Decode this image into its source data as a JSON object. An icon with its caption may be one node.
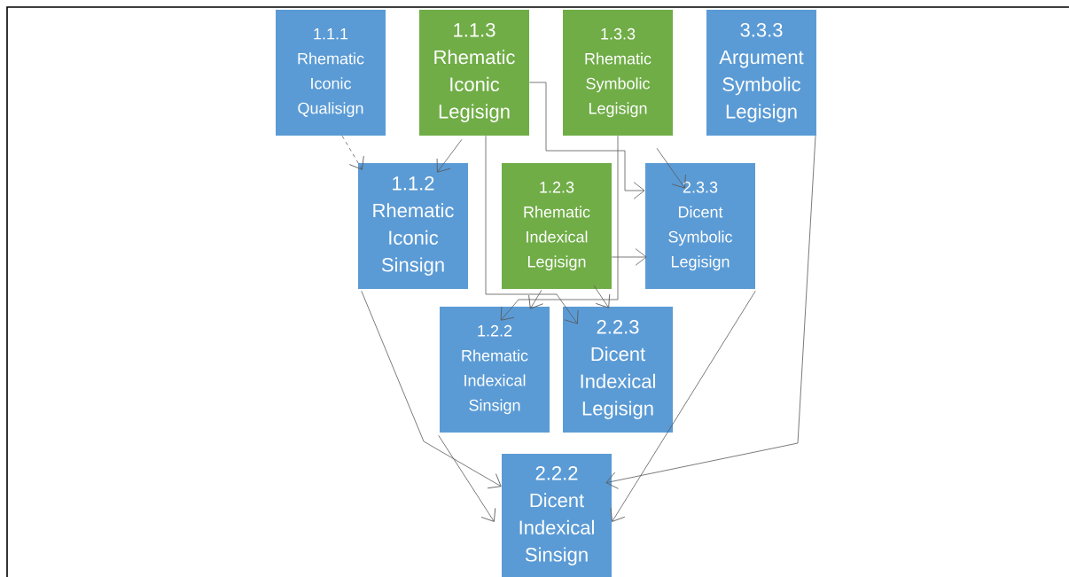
{
  "diagram": {
    "nodes": [
      {
        "text": [
          "1.1.1",
          "Rhematic Iconic Qualisign"
        ]
      },
      {
        "text": [
          "1.1.3",
          "Rhematic Iconic Legisign"
        ]
      },
      {
        "text": [
          "1.3.3",
          "Rhematic Symbolic Legisign"
        ]
      },
      {
        "text": [
          "3.3.3",
          "Argument Symbolic Legisign"
        ]
      },
      {
        "text": [
          "1.1.2",
          "Rhematic Iconic Sinsign"
        ]
      },
      {
        "text": [
          "1.2.3",
          "Rhematic Indexical Legisign"
        ]
      },
      {
        "text": [
          "2.3.3",
          "Dicent Symbolic Legisign"
        ]
      },
      {
        "text": [
          "1.2.2",
          "Rhematic Indexical Sinsign"
        ]
      },
      {
        "text": [
          "2.2.3",
          "Dicent Indexical Legisign"
        ]
      },
      {
        "text": [
          "2.2.2",
          "Dicent Indexical Sinsign"
        ]
      }
    ],
    "edges": [
      {
        "from": 0,
        "to": 4,
        "arrow": "to",
        "style": "dashed"
      },
      {
        "from": 1,
        "to": 4,
        "arrow": "to"
      },
      {
        "from": 1,
        "to": 8,
        "arrow": "to"
      },
      {
        "from": 1,
        "to": 6,
        "arrow": "to"
      },
      {
        "from": 2,
        "to": 7,
        "arrow": "to"
      },
      {
        "from": 2,
        "to": 6,
        "arrow": "to"
      },
      {
        "from": 5,
        "to": 6,
        "arrow": "to"
      },
      {
        "from": 5,
        "to": 7,
        "arrow": "to"
      },
      {
        "from": 5,
        "to": 8,
        "arrow": "to"
      },
      {
        "from": 3,
        "to": 9,
        "arrow": "to"
      },
      {
        "from": 4,
        "to": 9,
        "arrow": "to"
      },
      {
        "from": 7,
        "to": 9,
        "arrow": "to"
      },
      {
        "from": 6,
        "to": 9,
        "arrow": "to"
      }
    ]
  }
}
